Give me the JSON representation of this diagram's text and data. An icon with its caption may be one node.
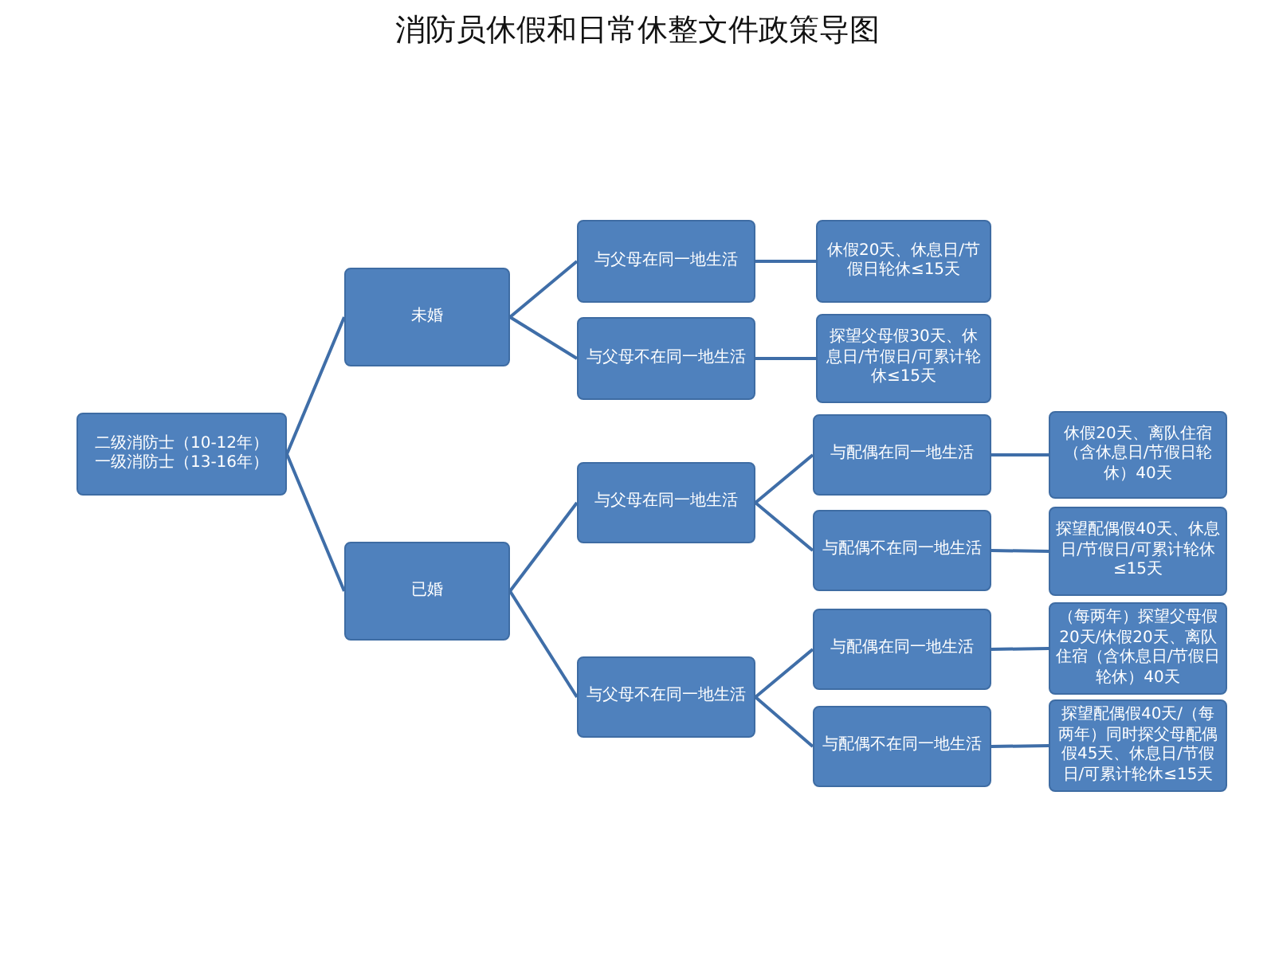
{
  "diagram": {
    "title": "消防员休假和日常休整文件政策导图",
    "nodes": [
      {
        "text": [
          "二级消防士（10-12年）",
          "一级消防士（13-16年）"
        ]
      },
      {
        "text": [
          "未婚"
        ]
      },
      {
        "text": [
          "与父母在同一地生活"
        ]
      },
      {
        "text": [
          "休假20天、休息日/节假日轮休≤15天"
        ]
      },
      {
        "text": [
          "与父母不在同一地生活"
        ]
      },
      {
        "text": [
          "探望父母假30天、休息日/节假日/可累计轮休≤15天"
        ]
      },
      {
        "text": [
          "已婚"
        ]
      },
      {
        "text": [
          "与父母在同一地生活"
        ]
      },
      {
        "text": [
          "与配偶在同一地生活"
        ]
      },
      {
        "text": [
          "休假20天、离队住宿（含休息日/节假日轮休）40天"
        ]
      },
      {
        "text": [
          "与配偶不在同一地生活"
        ]
      },
      {
        "text": [
          "探望配偶假40天、休息日/节假日/可累计轮休≤15天"
        ]
      },
      {
        "text": [
          "与父母不在同一地生活"
        ]
      },
      {
        "text": [
          "与配偶在同一地生活"
        ]
      },
      {
        "text": [
          "（每两年）探望父母假20天/休假20天、离队住宿（含休息日/节假日轮休）40天"
        ]
      },
      {
        "text": [
          "与配偶不在同一地生活"
        ]
      },
      {
        "text": [
          "探望配偶假40天/（每两年）同时探父母配偶假45天、休息日/节假日/可累计轮休≤15天"
        ]
      }
    ],
    "edges": [
      {
        "from": 0,
        "to": 1,
        "arrow": "none"
      },
      {
        "from": 0,
        "to": 6,
        "arrow": "none"
      },
      {
        "from": 1,
        "to": 2,
        "arrow": "none"
      },
      {
        "from": 1,
        "to": 4,
        "arrow": "none"
      },
      {
        "from": 2,
        "to": 3,
        "arrow": "none"
      },
      {
        "from": 4,
        "to": 5,
        "arrow": "none"
      },
      {
        "from": 6,
        "to": 7,
        "arrow": "none"
      },
      {
        "from": 6,
        "to": 12,
        "arrow": "none"
      },
      {
        "from": 7,
        "to": 8,
        "arrow": "none"
      },
      {
        "from": 7,
        "to": 10,
        "arrow": "none"
      },
      {
        "from": 8,
        "to": 9,
        "arrow": "none"
      },
      {
        "from": 10,
        "to": 11,
        "arrow": "none"
      },
      {
        "from": 12,
        "to": 13,
        "arrow": "none"
      },
      {
        "from": 12,
        "to": 15,
        "arrow": "none"
      },
      {
        "from": 13,
        "to": 14,
        "arrow": "none"
      },
      {
        "from": 15,
        "to": 16,
        "arrow": "none"
      }
    ]
  }
}
